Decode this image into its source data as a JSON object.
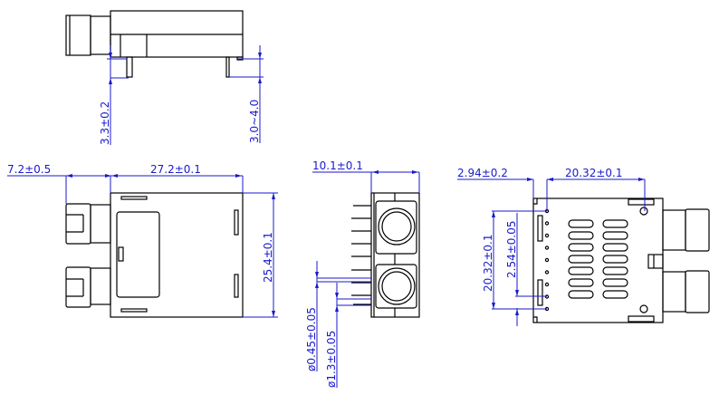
{
  "colors": {
    "outline": "#000000",
    "dimension": "#1a1acc",
    "background": "#ffffff"
  },
  "side_view": {
    "dim_pin_left": "3.3±0.2",
    "dim_pin_right": "3.0~4.0"
  },
  "front_view": {
    "dim_connector": "7.2±0.5",
    "dim_length": "27.2±0.1",
    "dim_height": "25.4±0.1"
  },
  "end_view": {
    "dim_width": "10.1±0.1",
    "dim_pin_dia": "ø0.45±0.05",
    "dim_hole_dia": "ø1.3±0.05"
  },
  "bottom_view": {
    "dim_offset": "2.94±0.2",
    "dim_span_x": "20.32±0.1",
    "dim_span_y": "20.32±0.1",
    "dim_pitch": "2.54±0.05"
  }
}
